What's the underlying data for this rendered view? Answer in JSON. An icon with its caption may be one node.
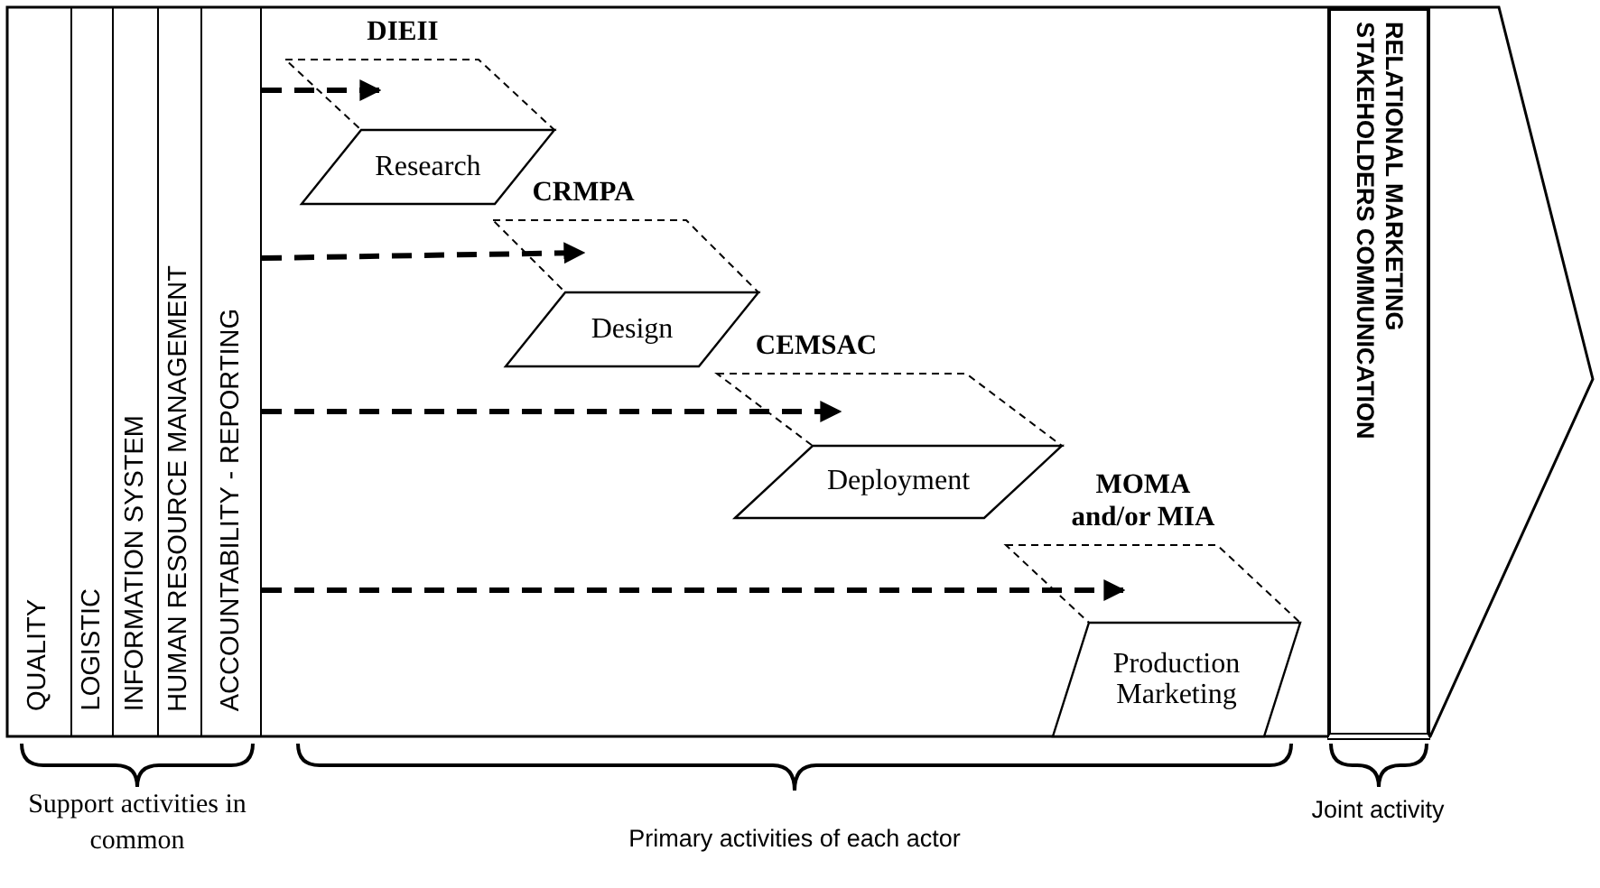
{
  "diagram": {
    "nodes": [
      {
        "text": [
          "QUALITY"
        ]
      },
      {
        "text": [
          "LOGISTIC"
        ]
      },
      {
        "text": [
          "INFORMATION SYSTEM"
        ]
      },
      {
        "text": [
          "HUMAN RESOURCE MANAGEMENT"
        ]
      },
      {
        "text": [
          "ACCOUNTABILITY - REPORTING"
        ]
      },
      {
        "text": [
          "DIEII"
        ]
      },
      {
        "text": [
          "Research"
        ]
      },
      {
        "text": [
          "CRMPA"
        ]
      },
      {
        "text": [
          "Design"
        ]
      },
      {
        "text": [
          "CEMSAC"
        ]
      },
      {
        "text": [
          "Deployment"
        ]
      },
      {
        "text": [
          "MOMA and/or MIA"
        ]
      },
      {
        "text": [
          "Production Marketing"
        ]
      },
      {
        "text": [
          "RELATIONAL MARKETING",
          "STAKEHOLDERS COMMUNICATION"
        ]
      }
    ],
    "edges": [
      {
        "from": 4,
        "to": 5,
        "arrow": "to",
        "style": "dashed"
      },
      {
        "from": 4,
        "to": 7,
        "arrow": "to",
        "style": "dashed"
      },
      {
        "from": 4,
        "to": 9,
        "arrow": "to",
        "style": "dashed"
      },
      {
        "from": 4,
        "to": 11,
        "arrow": "to",
        "style": "dashed"
      }
    ],
    "labels": [
      "Support activities in common",
      "Primary activities of each actor",
      "Joint activity"
    ]
  }
}
